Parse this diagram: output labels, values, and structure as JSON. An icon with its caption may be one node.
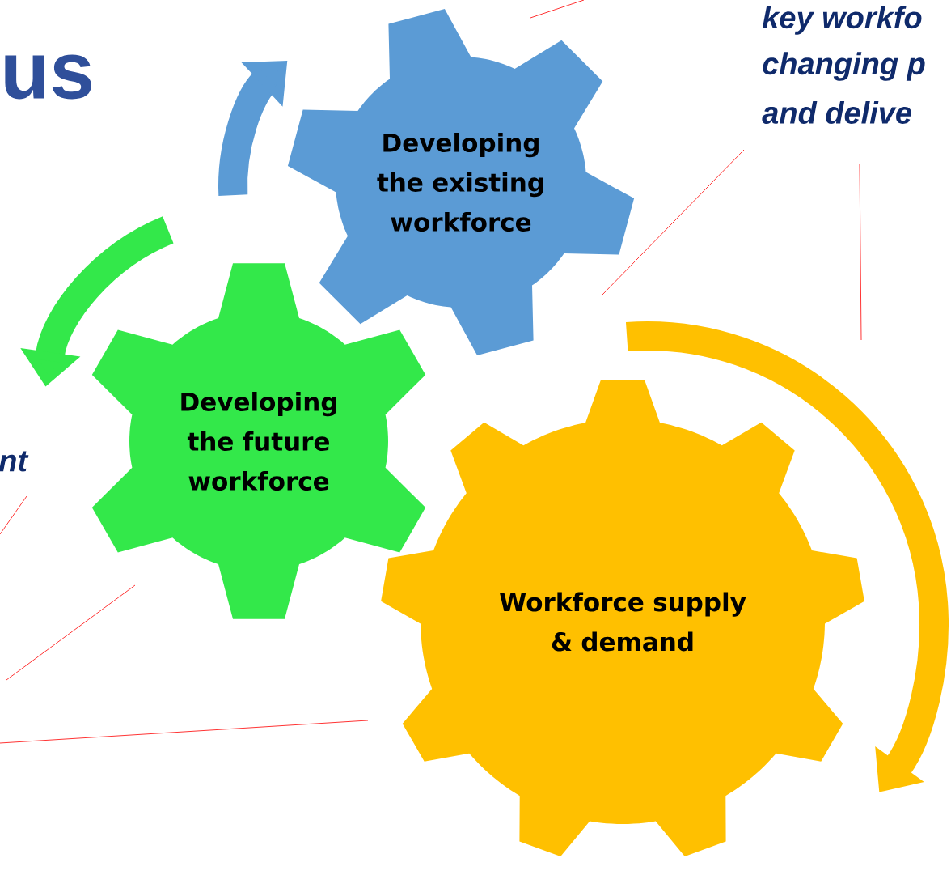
{
  "diagram": {
    "nodes": [
      {
        "text": [
          "Developing the existing workforce"
        ]
      },
      {
        "text": [
          "Developing the future workforce"
        ]
      },
      {
        "text": [
          "Workforce supply & demand"
        ]
      }
    ],
    "labels": [
      "us",
      "key workfo",
      "changing p",
      "and delive",
      "nt"
    ]
  }
}
